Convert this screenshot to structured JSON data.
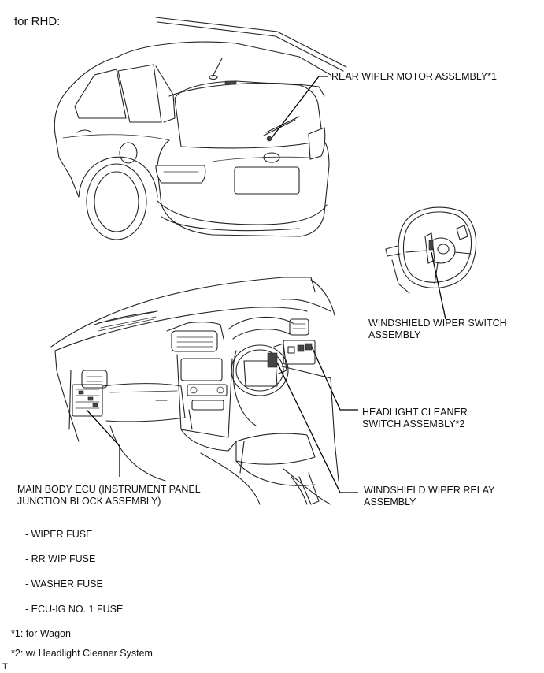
{
  "heading": "for RHD:",
  "labels": {
    "rear_wiper_motor": "REAR WIPER MOTOR ASSEMBLY*1",
    "wiper_switch_1": "WINDSHIELD WIPER SWITCH",
    "wiper_switch_2": "ASSEMBLY",
    "headlight_cleaner_1": "HEADLIGHT CLEANER",
    "headlight_cleaner_2": "SWITCH ASSEMBLY*2",
    "wiper_relay_1": "WINDSHIELD WIPER RELAY",
    "wiper_relay_2": "ASSEMBLY",
    "main_body_ecu_1": "MAIN BODY ECU (INSTRUMENT PANEL",
    "main_body_ecu_2": "JUNCTION BLOCK ASSEMBLY)"
  },
  "fuses": [
    "- WIPER FUSE",
    "- RR WIP FUSE",
    "- WASHER FUSE",
    "- ECU-IG NO. 1 FUSE"
  ],
  "footnotes": [
    "*1: for Wagon",
    "*2: w/ Headlight Cleaner System"
  ],
  "corner_mark": "T"
}
